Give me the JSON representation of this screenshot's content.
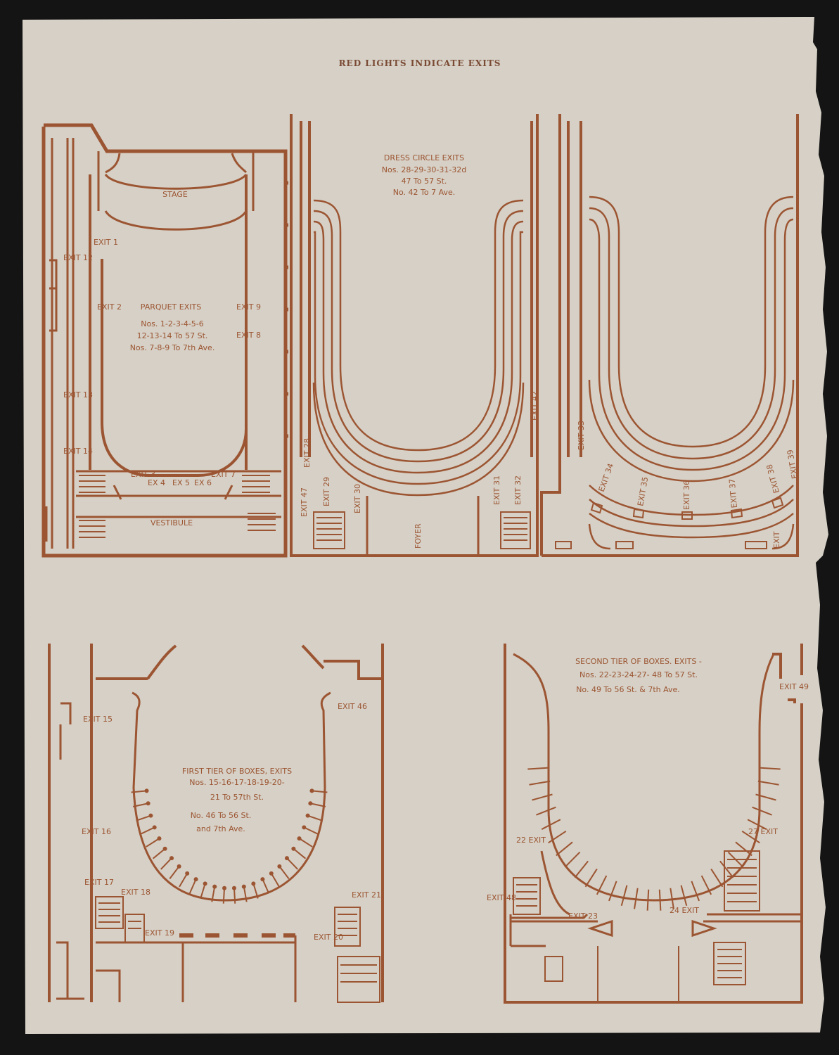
{
  "header": "RED LIGHTS INDICATE EXITS",
  "parquet": {
    "stage": "STAGE",
    "vestibule": "VESTIBULE",
    "title": "PARQUET EXITS",
    "line1": "Nos. 1-2-3-4-5-6",
    "line2": "12-13-14 To 57 St.",
    "line3": "Nos. 7-8-9 To 7th Ave.",
    "exits": {
      "e1": "EXIT 1",
      "e2": "EXIT 2",
      "e12": "EXIT 12",
      "e13": "EXIT 13",
      "e14": "EXIT 14",
      "e9": "EXIT 9",
      "e8": "EXIT 8",
      "e3": "EXIT 3",
      "e4": "EX 4",
      "e5": "EX 5",
      "e6": "EX 6",
      "e7": "EXIT 7"
    }
  },
  "dress_circle": {
    "title": "DRESS CIRCLE EXITS",
    "line1": "Nos. 28-29-30-31-32d",
    "line2": "47 To 57 St.",
    "line3": "No. 42 To 7 Ave.",
    "foyer": "FOYER",
    "exits": {
      "e28": "EXIT 28",
      "e47": "EXIT 47",
      "e29": "EXIT 29",
      "e30": "EXIT 30",
      "e31": "EXIT 31",
      "e32": "EXIT 32",
      "e42": "EXIT 42"
    }
  },
  "balcony": {
    "exits": {
      "e33": "EXIT 33",
      "e34": "EXIT 34",
      "e35": "EXIT 35",
      "e36": "EXIT 36",
      "e37": "EXIT 37",
      "e38": "EXIT 38",
      "e39": "EXIT 39",
      "e40": "EXIT"
    }
  },
  "first_tier": {
    "title": "FIRST TIER OF BOXES, EXITS",
    "line1": "Nos. 15-16-17-18-19-20-",
    "line2": "21 To 57th St.",
    "line3": "No. 46 To 56 St.",
    "line4": "and 7th Ave.",
    "exits": {
      "e15": "EXIT 15",
      "e16": "EXIT 16",
      "e17": "EXIT 17",
      "e18": "EXIT 18",
      "e19": "EXIT 19",
      "e20": "EXIT 20",
      "e21": "EXIT 21",
      "e46": "EXIT 46"
    }
  },
  "second_tier": {
    "title": "SECOND TIER OF BOXES. EXITS -",
    "line1": "Nos. 22-23-24-27- 48 To 57 St.",
    "line2": "No. 49 To 56 St. & 7th Ave.",
    "exits": {
      "e22": "22 EXIT",
      "e23": "EXIT 23",
      "e24": "24 EXIT",
      "e27": "27 EXIT",
      "e48": "EXIT 48",
      "e49": "EXIT 49"
    }
  },
  "colors": {
    "ink": "#9c5532",
    "paper": "#d6d0c6",
    "background": "#141414",
    "header_ink": "#7a4a34"
  }
}
